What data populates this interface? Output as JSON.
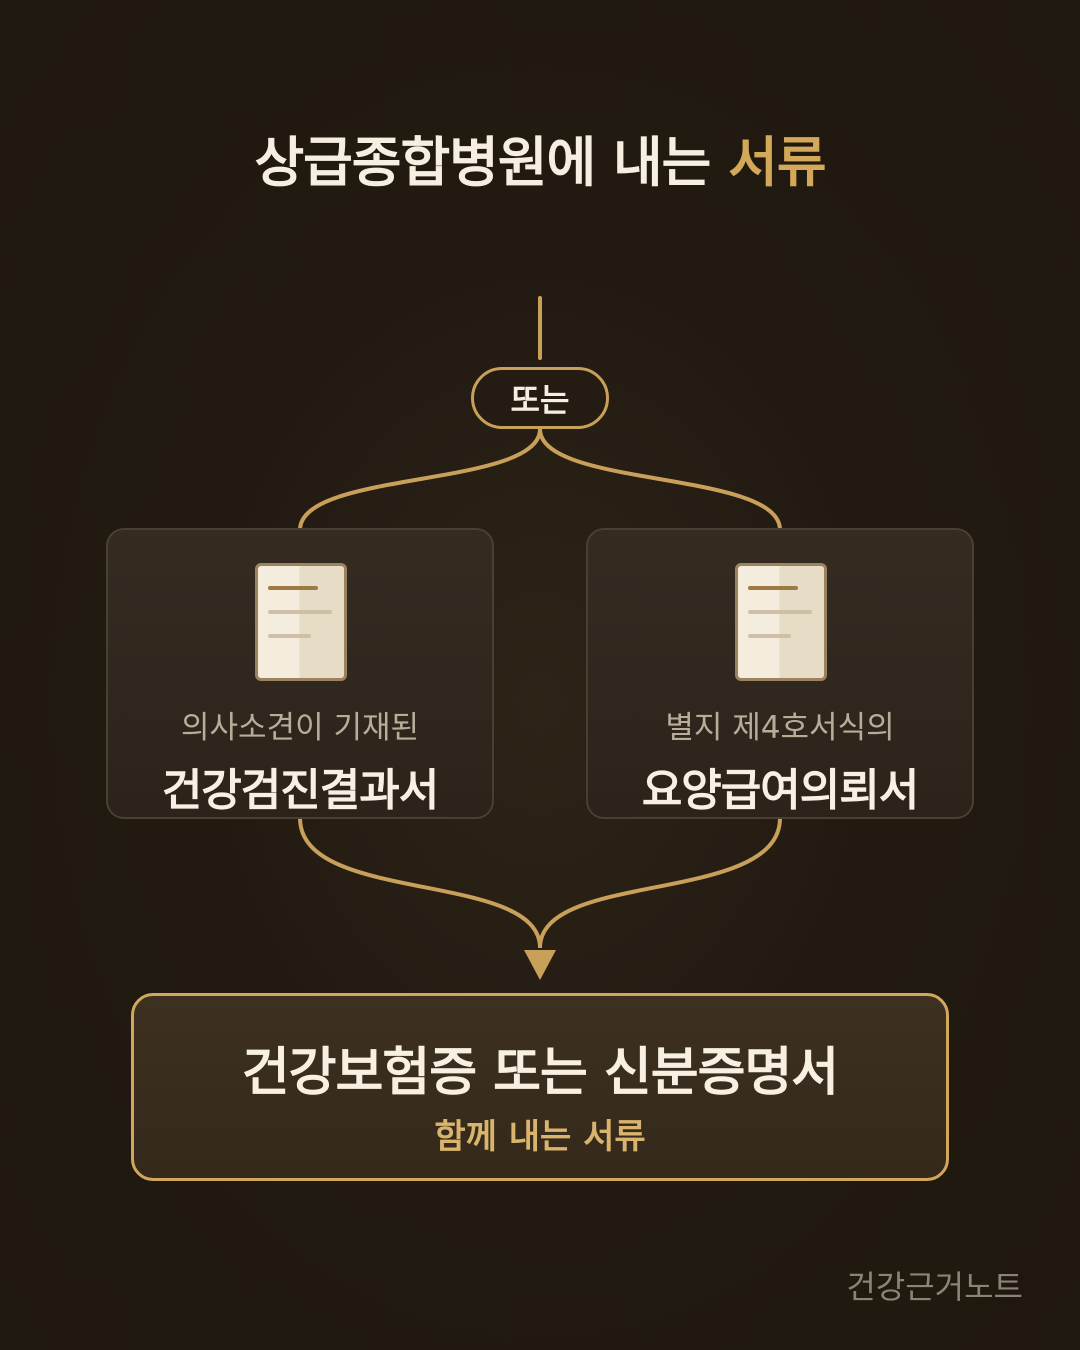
{
  "title": {
    "prefix": "상급종합병원에 내는 ",
    "accent": "서류"
  },
  "branch_label": "또는",
  "options": [
    {
      "sub": "의사소견이 기재된",
      "main": "건강검진결과서",
      "icon": "document-icon"
    },
    {
      "sub": "별지 제4호서식의",
      "main": "요양급여의뢰서",
      "icon": "document-icon"
    }
  ],
  "result": {
    "main": "건강보험증 또는 신분증명서",
    "sub": "함께 내는 서류"
  },
  "brand": "건강근거노트",
  "colors": {
    "background": "#221a11",
    "accent": "#d3a858",
    "connector": "#c9a05a",
    "text": "#f6efe1"
  }
}
